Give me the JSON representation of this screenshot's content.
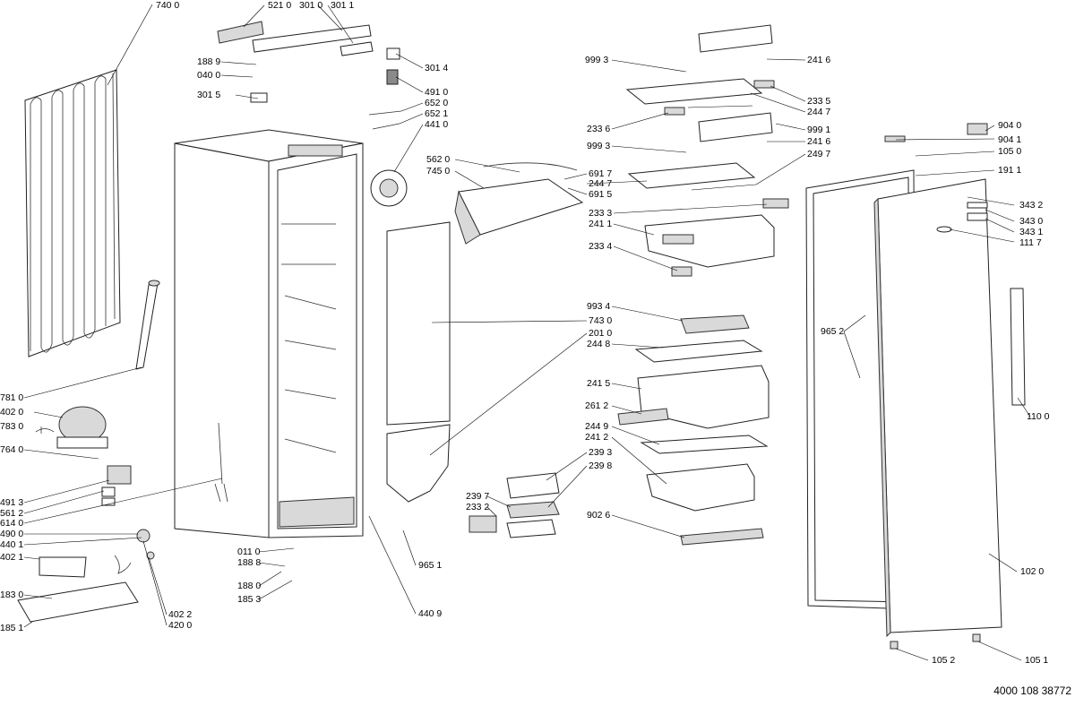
{
  "diagram": {
    "document_number": "4000 108 38772",
    "labels": {
      "l7400": "740 0",
      "l5210": "521 0",
      "l3010": "301 0",
      "l3011": "301 1",
      "l1889": "188 9",
      "l0400": "040 0",
      "l3014": "301 4",
      "l3015": "301 5",
      "l4910": "491 0",
      "l6520": "652 0",
      "l6521": "652 1",
      "l4410": "441 0",
      "l9993a": "999 3",
      "l2416a": "241 6",
      "l2335": "233 5",
      "l2447a": "244 7",
      "l2336": "233 6",
      "l9991": "999 1",
      "l9993b": "999 3",
      "l2416b": "241 6",
      "l2497": "249 7",
      "l5620": "562 0",
      "l7450": "745 0",
      "l6917": "691 7",
      "l2447b": "244 7",
      "l6915": "691 5",
      "l2333": "233 3",
      "l2411": "241 1",
      "l2334": "233 4",
      "l9934": "993 4",
      "l7430": "743 0",
      "l2010": "201 0",
      "l2448": "244 8",
      "l2415": "241 5",
      "l2612": "261 2",
      "l2449": "244 9",
      "l2412": "241 2",
      "l2393": "239 3",
      "l2398": "239 8",
      "l2397": "239 7",
      "l2332": "233 2",
      "l9026": "902 6",
      "l9651": "965 1",
      "l4409": "440 9",
      "l0110": "011 0",
      "l1888": "188 8",
      "l1880": "188 0",
      "l1853": "185 3",
      "l7810": "781 0",
      "l4020": "402 0",
      "l7830": "783 0",
      "l7640": "764 0",
      "l4913": "491 3",
      "l5612": "561 2",
      "l6140": "614 0",
      "l4900": "490 0",
      "l4401": "440 1",
      "l4021": "402 1",
      "l1830": "183 0",
      "l4022": "402 2",
      "l4200": "420 0",
      "l1851": "185 1",
      "l9040": "904 0",
      "l9041": "904 1",
      "l1050": "105 0",
      "l1911": "191 1",
      "l3432": "343 2",
      "l3430": "343 0",
      "l3431": "343 1",
      "l1117": "111 7",
      "l9652": "965 2",
      "l1100": "110 0",
      "l1020": "102 0",
      "l1052": "105 2",
      "l1051": "105 1"
    }
  }
}
